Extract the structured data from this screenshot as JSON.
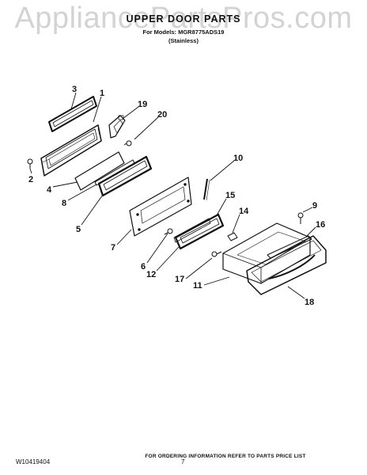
{
  "watermark": "AppliancePartsPros.com",
  "header": {
    "title": "UPPER DOOR PARTS",
    "models_line": "For Models: MGR8775ADS19",
    "variant": "(Stainless)"
  },
  "callouts": [
    {
      "id": "part-3",
      "text": "3"
    },
    {
      "id": "part-1",
      "text": "1"
    },
    {
      "id": "part-19",
      "text": "19"
    },
    {
      "id": "part-20",
      "text": "20"
    },
    {
      "id": "part-2",
      "text": "2"
    },
    {
      "id": "part-10",
      "text": "10"
    },
    {
      "id": "part-4",
      "text": "4"
    },
    {
      "id": "part-8",
      "text": "8"
    },
    {
      "id": "part-5",
      "text": "5"
    },
    {
      "id": "part-15",
      "text": "15"
    },
    {
      "id": "part-14",
      "text": "14"
    },
    {
      "id": "part-9",
      "text": "9"
    },
    {
      "id": "part-16",
      "text": "16"
    },
    {
      "id": "part-7",
      "text": "7"
    },
    {
      "id": "part-6",
      "text": "6"
    },
    {
      "id": "part-12",
      "text": "12"
    },
    {
      "id": "part-17",
      "text": "17"
    },
    {
      "id": "part-11",
      "text": "11"
    },
    {
      "id": "part-18",
      "text": "18"
    }
  ],
  "footer": {
    "note": "FOR ORDERING INFORMATION REFER TO PARTS PRICE LIST",
    "doc_number": "W10419404",
    "page_number": "7"
  }
}
